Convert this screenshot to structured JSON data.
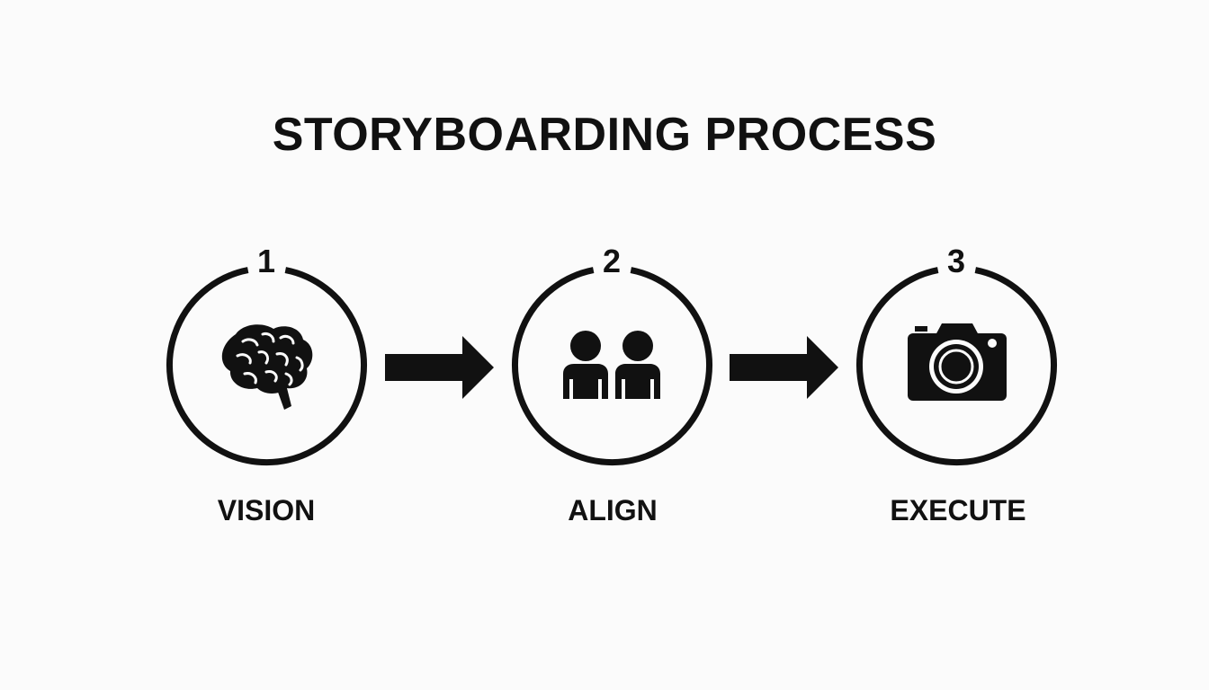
{
  "title": "STORYBOARDING PROCESS",
  "steps": [
    {
      "number": "1",
      "label": "VISION",
      "icon": "brain-icon"
    },
    {
      "number": "2",
      "label": "ALIGN",
      "icon": "people-icon"
    },
    {
      "number": "3",
      "label": "EXECUTE",
      "icon": "camera-icon"
    }
  ],
  "colors": {
    "ink": "#111111",
    "background": "#fbfbfb"
  }
}
